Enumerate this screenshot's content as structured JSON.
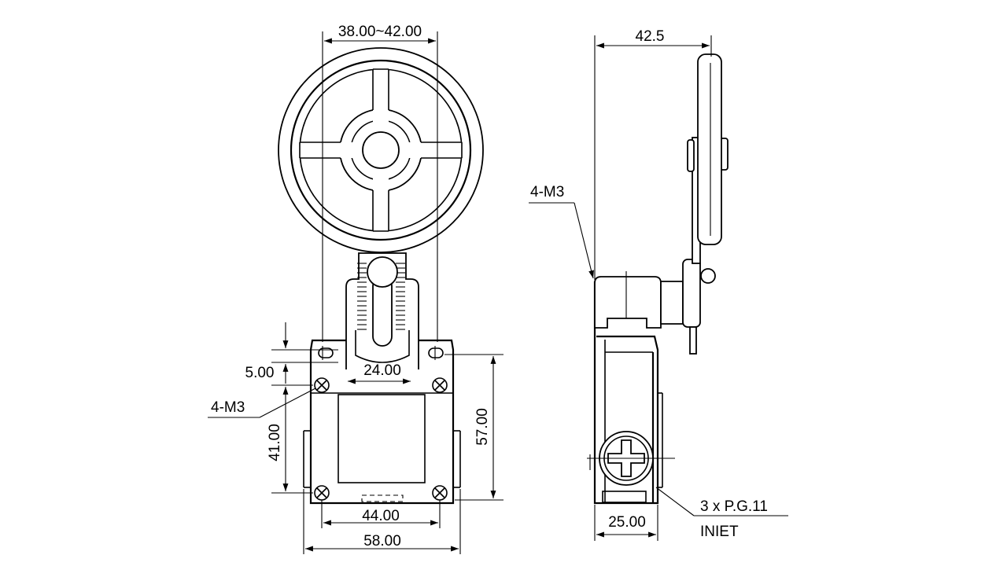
{
  "front_view": {
    "wheel_width": "38.00~42.00",
    "hole_offset": "5.00",
    "lever_width": "24.00",
    "mount_callout": "4-M3",
    "hole_vertical_pitch": "41.00",
    "body_height": "57.00",
    "hole_horizontal_pitch": "44.00",
    "body_width": "58.00"
  },
  "side_view": {
    "roller_reach": "42.5",
    "mount_callout": "4-M3",
    "conduit_callout_line1": "3 x P.G.11",
    "conduit_callout_line2": "INIET",
    "conduit_width": "25.00"
  }
}
